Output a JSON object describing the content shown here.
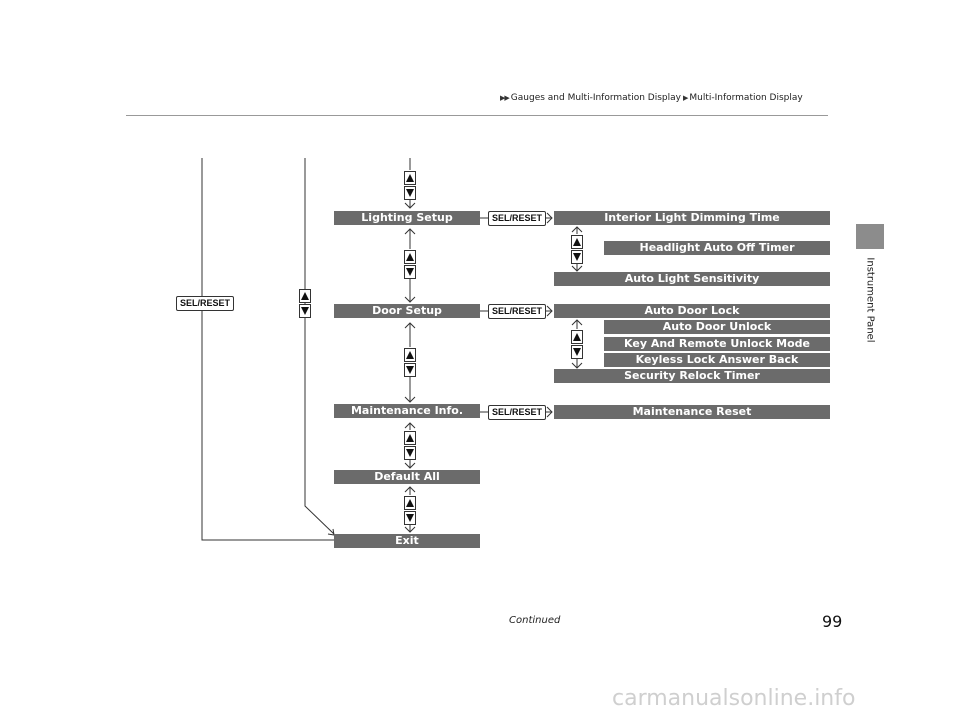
{
  "header": {
    "crumb1": "Gauges and Multi-Information Display",
    "crumb2": "Multi-Information Display"
  },
  "sidebar": {
    "section_label": "Instrument Panel"
  },
  "menu": {
    "lighting": "Lighting Setup",
    "door": "Door Setup",
    "maintenance": "Maintenance Info.",
    "default_all": "Default All",
    "exit": "Exit"
  },
  "lighting_items": {
    "interior": "Interior Light Dimming Time",
    "headlight": "Headlight Auto Off Timer",
    "auto_light": "Auto Light Sensitivity"
  },
  "door_items": {
    "auto_lock": "Auto Door Lock",
    "auto_unlock": "Auto Door Unlock",
    "key_remote": "Key And Remote Unlock Mode",
    "keyless": "Keyless Lock Answer Back",
    "security": "Security Relock Timer"
  },
  "maintenance_items": {
    "reset": "Maintenance Reset"
  },
  "buttons": {
    "sel_reset": "SEL/RESET"
  },
  "footer": {
    "continued": "Continued",
    "page_number": "99"
  },
  "watermark": "carmanualsonline.info"
}
